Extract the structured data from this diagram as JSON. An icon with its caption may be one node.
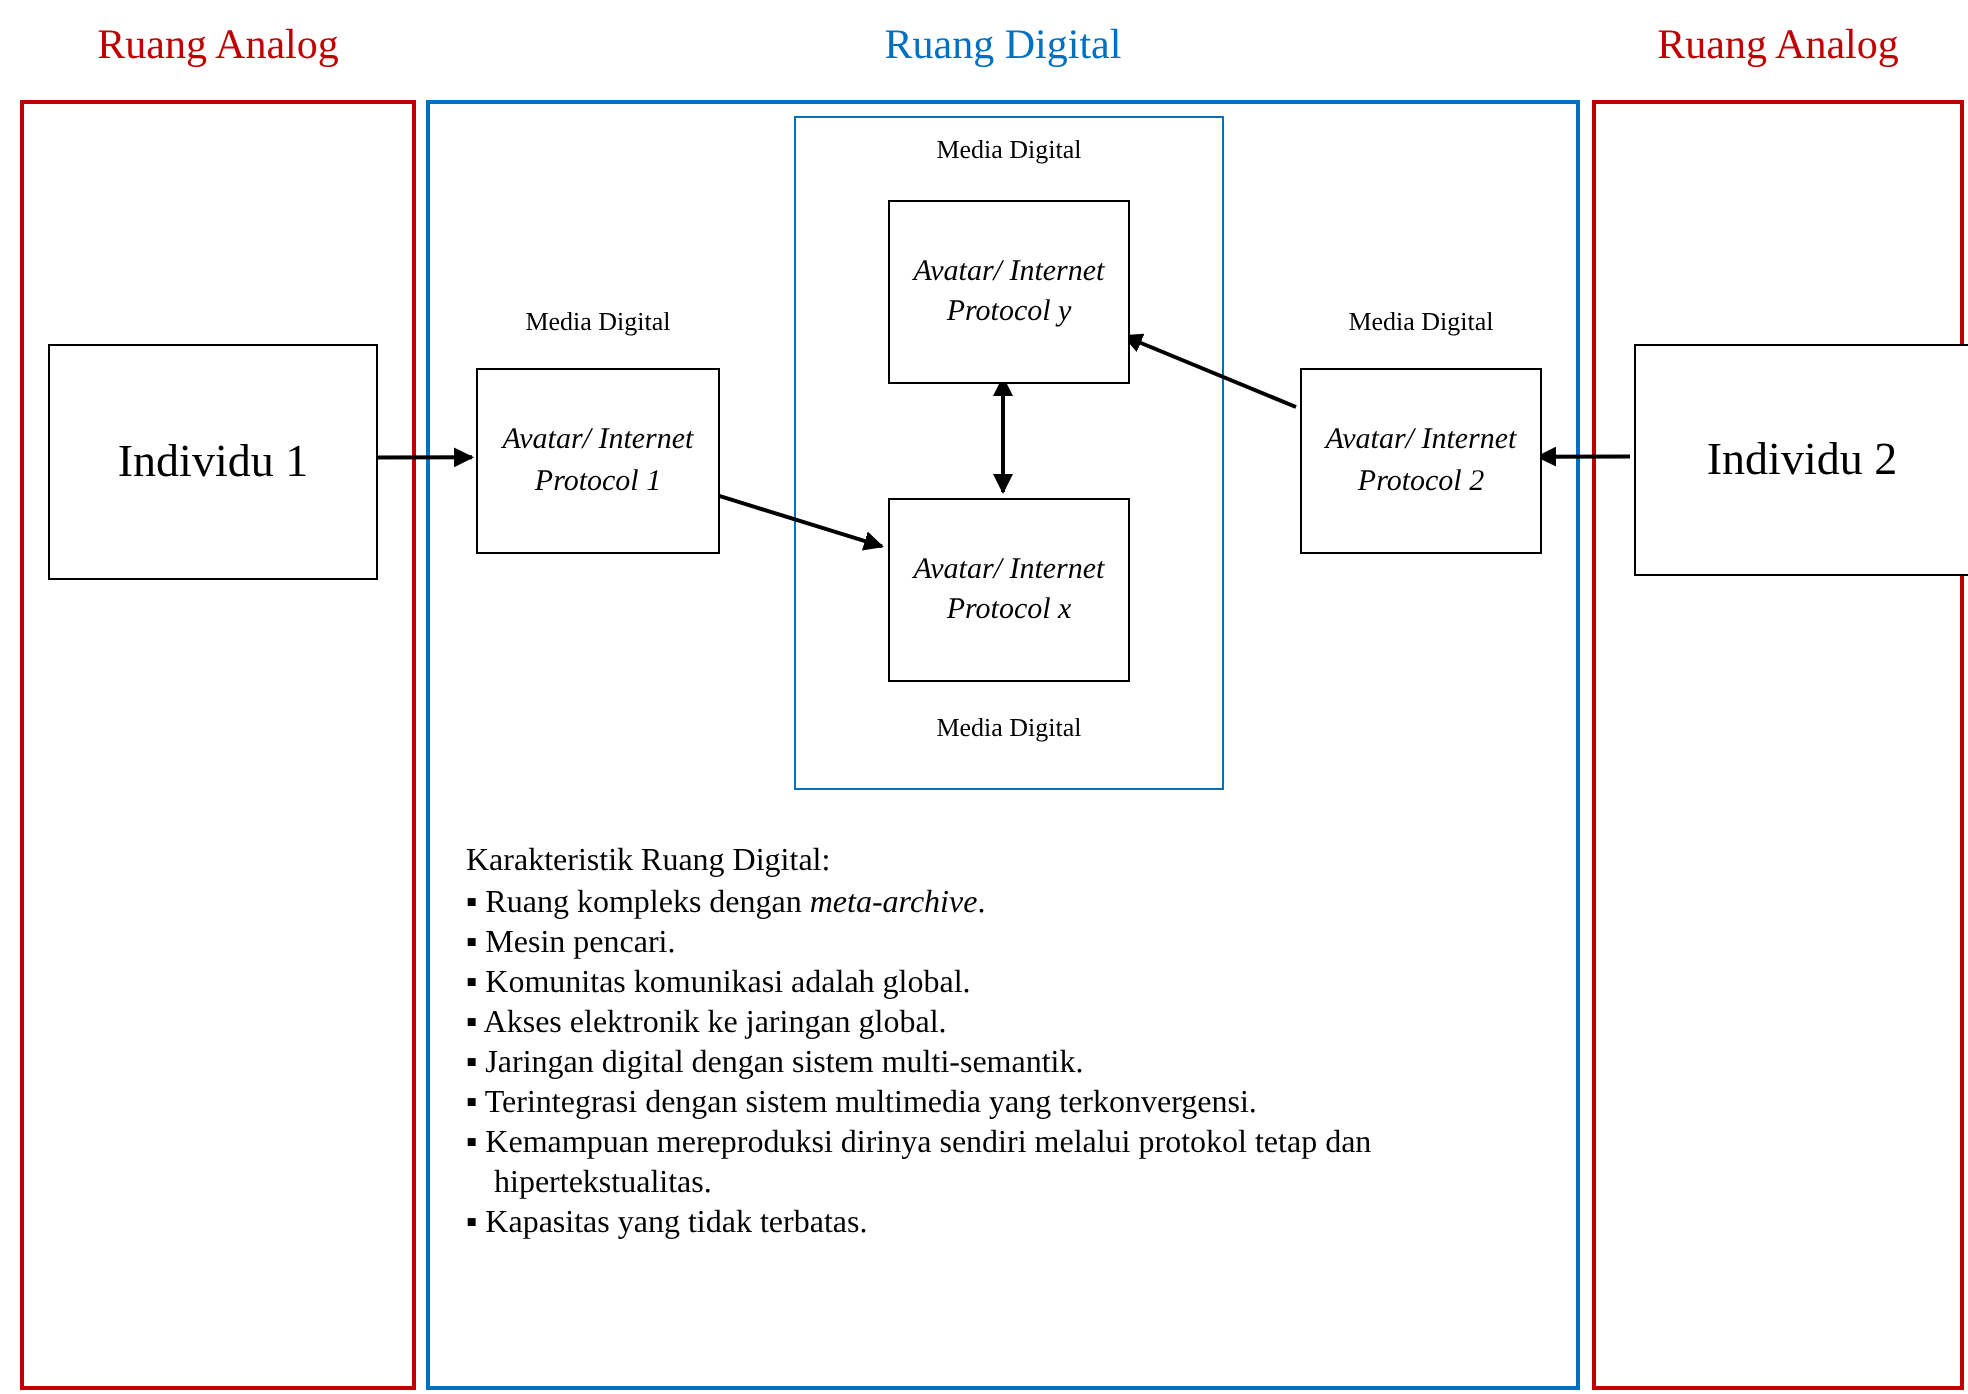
{
  "diagram": {
    "nodes": [
      {
        "text": [
          "Ruang Analog"
        ]
      },
      {
        "text": [
          "Individu 1"
        ],
        "in": 0
      },
      {
        "text": [
          "Ruang Digital"
        ]
      },
      {
        "text": [
          "Avatar/ Internet Protocol 1"
        ],
        "beside": [
          "Media Digital"
        ],
        "in": 2
      },
      {
        "text": [
          "Media Digital",
          "Media Digital"
        ],
        "in": 2
      },
      {
        "text": [
          "Avatar/ Internet Protocol y"
        ],
        "in": 4
      },
      {
        "text": [
          "Avatar/ Internet Protocol x"
        ],
        "in": 4
      },
      {
        "text": [
          "Avatar/ Internet Protocol 2"
        ],
        "beside": [
          "Media Digital"
        ],
        "in": 2
      },
      {
        "text": [
          "Ruang Analog"
        ]
      },
      {
        "text": [
          "Individu 2"
        ],
        "in": 8
      }
    ],
    "edges": [
      {
        "from": 1,
        "to": 3,
        "arrow": "to"
      },
      {
        "from": 3,
        "to": 6,
        "arrow": "to"
      },
      {
        "from": 5,
        "to": 6,
        "arrow": "both"
      },
      {
        "from": 7,
        "to": 5,
        "arrow": "to"
      },
      {
        "from": 9,
        "to": 7,
        "arrow": "to"
      }
    ],
    "labels": [
      "Karakteristik Ruang Digital:",
      "▪ Ruang kompleks dengan *meta-archive*.",
      "▪ Mesin pencari.",
      "▪ Komunitas komunikasi adalah global.",
      "▪ Akses elektronik ke jaringan global.",
      "▪ Jaringan digital dengan sistem multi-semantik.",
      "▪ Terintegrasi dengan sistem multimedia yang terkonvergensi.",
      "▪ Kemampuan mereproduksi dirinya sendiri melalui protokol tetap dan hipertekstualitas.",
      "▪ Kapasitas yang tidak terbatas."
    ]
  }
}
